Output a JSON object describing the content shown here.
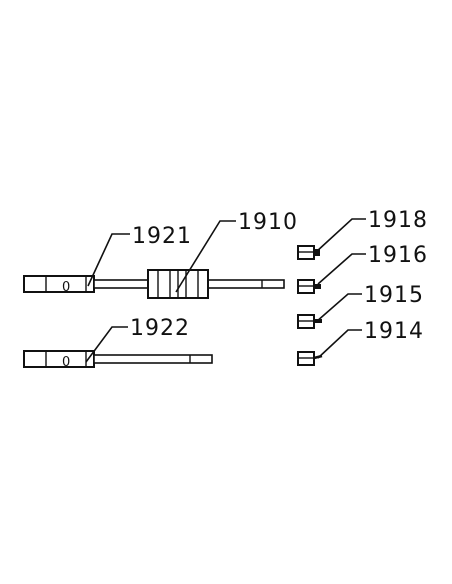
{
  "diagram": {
    "callouts": {
      "c1921": "1921",
      "c1910": "1910",
      "c1918": "1918",
      "c1916": "1916",
      "c1915": "1915",
      "c1914": "1914",
      "c1922": "1922"
    },
    "handle_marks": {
      "top": "0",
      "bottom": "0"
    }
  }
}
